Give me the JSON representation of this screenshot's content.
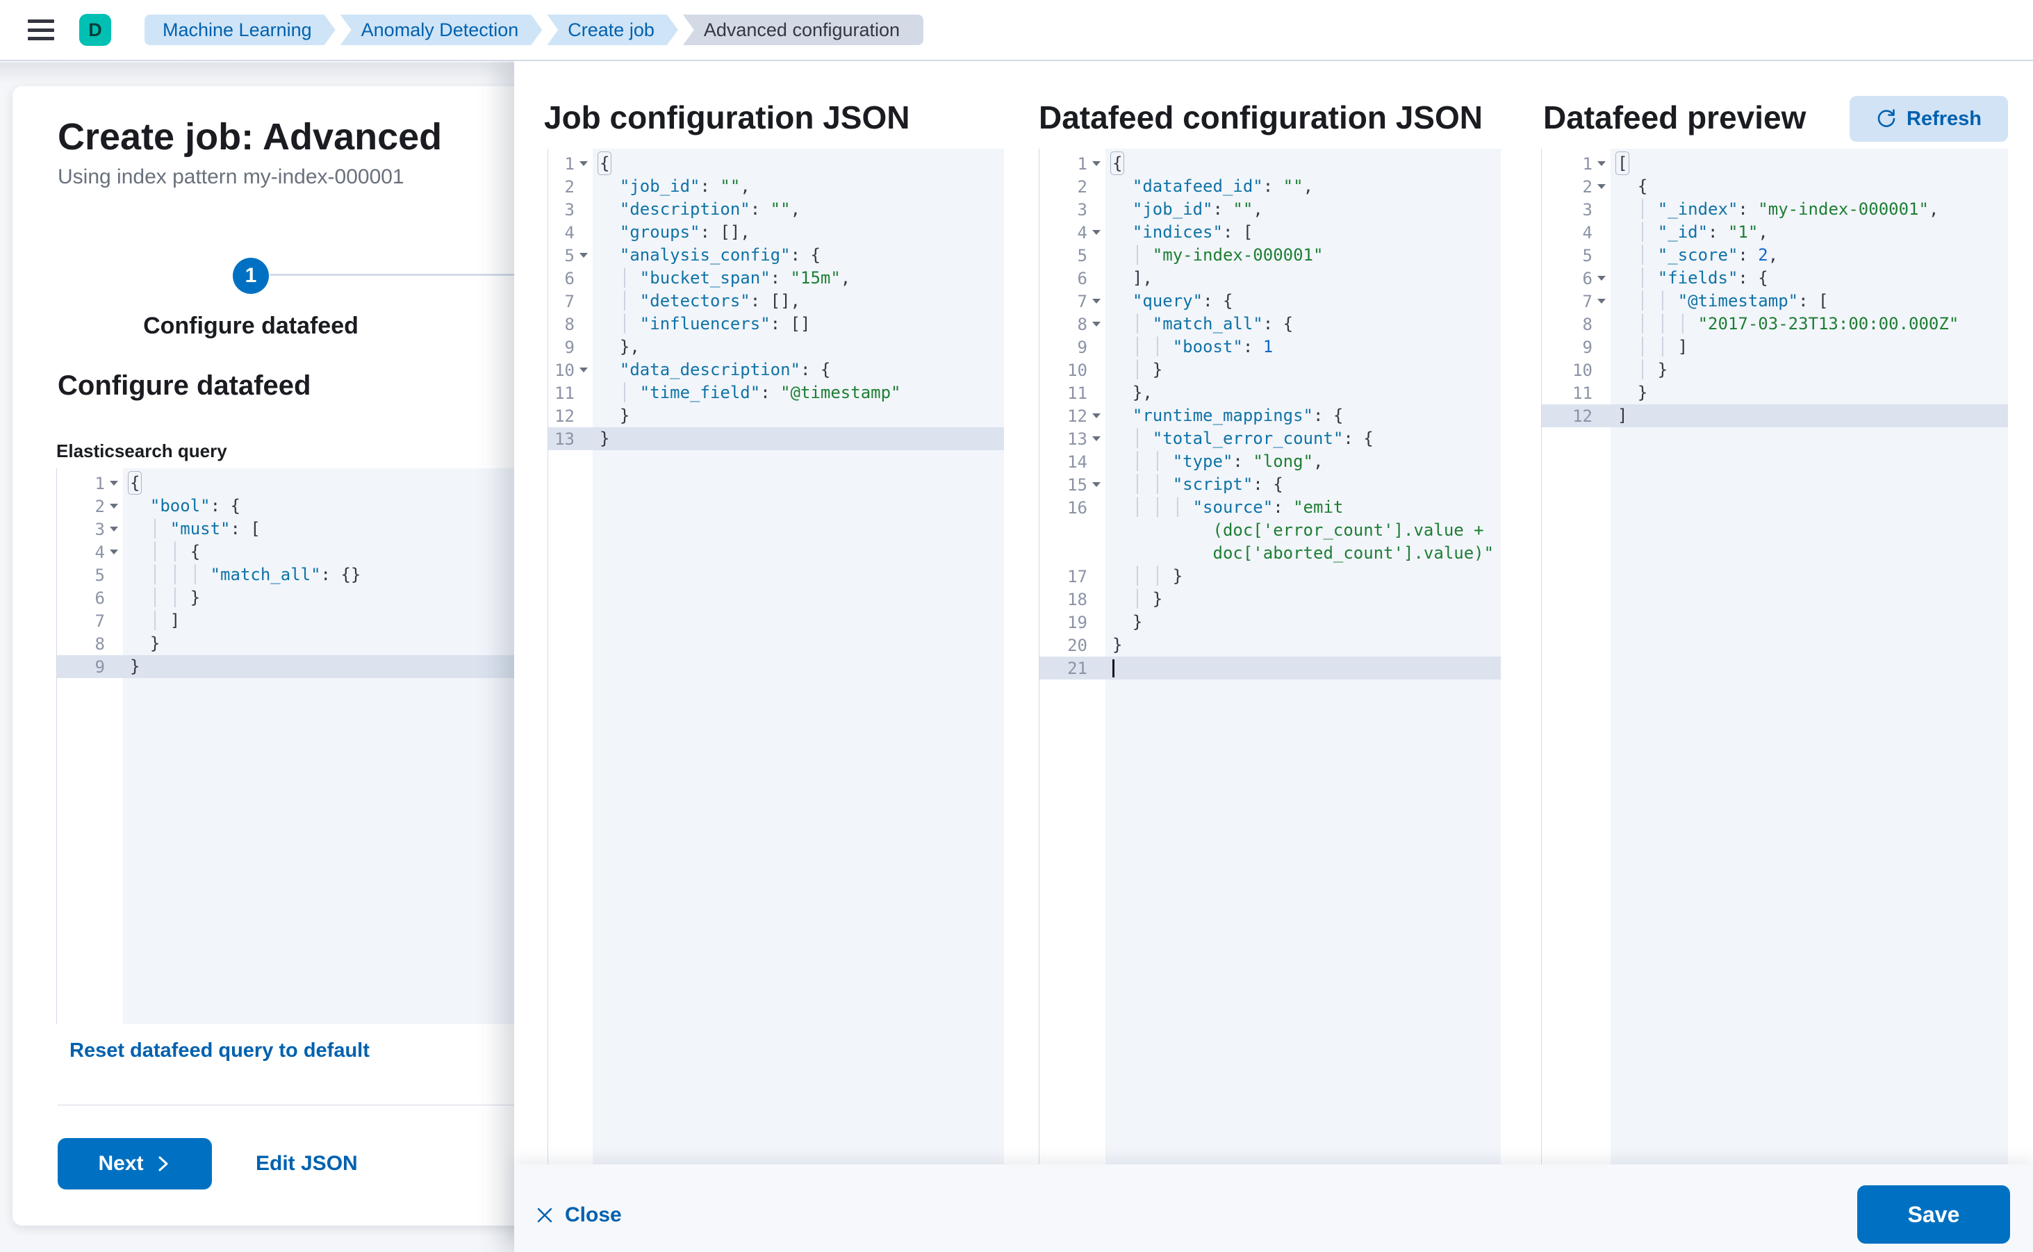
{
  "colors": {
    "accent_blue": "#0071c2",
    "link_blue": "#0061ae",
    "crumb_bg": "#cfe4f7",
    "crumb_text": "#0061ae",
    "crumb_last_bg": "#d3dae6",
    "crumb_last_text": "#343741",
    "avatar_bg": "#00bfb3",
    "refresh_bg": "#d2e3f6",
    "code_key": "#0f73a6",
    "code_string": "#1e7e34",
    "code_number": "#0f68c9",
    "code_plain": "#343741",
    "editor_bg": "#f2f5fa",
    "gutter_text": "#8b93a6",
    "active_line": "#dce3ef",
    "border_col": "#d3dae6",
    "page_bg": "#f4f6f9",
    "bar_bg": "#f6f8fb",
    "text_dark": "#1a1c21",
    "text_subdued": "#69707d"
  },
  "header": {
    "avatar_initial": "D",
    "breadcrumbs": [
      {
        "label": "Machine Learning",
        "current": false
      },
      {
        "label": "Anomaly Detection",
        "current": false
      },
      {
        "label": "Create job",
        "current": false
      },
      {
        "label": "Advanced configuration",
        "current": true
      }
    ]
  },
  "page": {
    "title": "Create job: Advanced",
    "subtitle": "Using index pattern my-index-000001",
    "step_number": "1",
    "step_label": "Configure datafeed",
    "section_heading": "Configure datafeed",
    "query_label": "Elasticsearch query",
    "reset_link": "Reset datafeed query to default",
    "next_button": "Next",
    "edit_json_link": "Edit JSON"
  },
  "flyout": {
    "col1_title": "Job configuration JSON",
    "col2_title": "Datafeed configuration JSON",
    "col3_title": "Datafeed preview",
    "refresh_button": "Refresh",
    "close_button": "Close",
    "save_button": "Save"
  },
  "editors": {
    "es_query": {
      "lines": [
        {
          "n": 1,
          "f": 1,
          "m": 1,
          "t": [
            [
              "p",
              "{"
            ]
          ]
        },
        {
          "n": 2,
          "f": 1,
          "t": [
            [
              "p",
              "  "
            ],
            [
              "k",
              "\"bool\""
            ],
            [
              "p",
              ": {"
            ]
          ]
        },
        {
          "n": 3,
          "f": 1,
          "t": [
            [
              "p",
              "    "
            ],
            [
              "k",
              "\"must\""
            ],
            [
              "p",
              ": ["
            ]
          ]
        },
        {
          "n": 4,
          "f": 1,
          "t": [
            [
              "p",
              "      {"
            ]
          ]
        },
        {
          "n": 5,
          "t": [
            [
              "p",
              "        "
            ],
            [
              "k",
              "\"match_all\""
            ],
            [
              "p",
              ": {}"
            ]
          ]
        },
        {
          "n": 6,
          "t": [
            [
              "p",
              "      }"
            ]
          ]
        },
        {
          "n": 7,
          "t": [
            [
              "p",
              "    ]"
            ]
          ]
        },
        {
          "n": 8,
          "t": [
            [
              "p",
              "  }"
            ]
          ]
        },
        {
          "n": 9,
          "a": 1,
          "t": [
            [
              "p",
              "}"
            ]
          ]
        }
      ]
    },
    "job_config": {
      "lines": [
        {
          "n": 1,
          "f": 1,
          "m": 1,
          "t": [
            [
              "p",
              "{"
            ]
          ]
        },
        {
          "n": 2,
          "t": [
            [
              "p",
              "  "
            ],
            [
              "k",
              "\"job_id\""
            ],
            [
              "p",
              ": "
            ],
            [
              "s",
              "\"\""
            ],
            [
              "p",
              ","
            ]
          ]
        },
        {
          "n": 3,
          "t": [
            [
              "p",
              "  "
            ],
            [
              "k",
              "\"description\""
            ],
            [
              "p",
              ": "
            ],
            [
              "s",
              "\"\""
            ],
            [
              "p",
              ","
            ]
          ]
        },
        {
          "n": 4,
          "t": [
            [
              "p",
              "  "
            ],
            [
              "k",
              "\"groups\""
            ],
            [
              "p",
              ": [],"
            ]
          ]
        },
        {
          "n": 5,
          "f": 1,
          "t": [
            [
              "p",
              "  "
            ],
            [
              "k",
              "\"analysis_config\""
            ],
            [
              "p",
              ": {"
            ]
          ]
        },
        {
          "n": 6,
          "t": [
            [
              "p",
              "    "
            ],
            [
              "k",
              "\"bucket_span\""
            ],
            [
              "p",
              ": "
            ],
            [
              "s",
              "\"15m\""
            ],
            [
              "p",
              ","
            ]
          ]
        },
        {
          "n": 7,
          "t": [
            [
              "p",
              "    "
            ],
            [
              "k",
              "\"detectors\""
            ],
            [
              "p",
              ": [],"
            ]
          ]
        },
        {
          "n": 8,
          "t": [
            [
              "p",
              "    "
            ],
            [
              "k",
              "\"influencers\""
            ],
            [
              "p",
              ": []"
            ]
          ]
        },
        {
          "n": 9,
          "t": [
            [
              "p",
              "  },"
            ]
          ]
        },
        {
          "n": 10,
          "f": 1,
          "t": [
            [
              "p",
              "  "
            ],
            [
              "k",
              "\"data_description\""
            ],
            [
              "p",
              ": {"
            ]
          ]
        },
        {
          "n": 11,
          "t": [
            [
              "p",
              "    "
            ],
            [
              "k",
              "\"time_field\""
            ],
            [
              "p",
              ": "
            ],
            [
              "s",
              "\"@timestamp\""
            ]
          ]
        },
        {
          "n": 12,
          "t": [
            [
              "p",
              "  }"
            ]
          ]
        },
        {
          "n": 13,
          "a": 1,
          "t": [
            [
              "p",
              "}"
            ]
          ]
        }
      ]
    },
    "datafeed_config": {
      "lines": [
        {
          "n": 1,
          "f": 1,
          "m": 1,
          "t": [
            [
              "p",
              "{"
            ]
          ]
        },
        {
          "n": 2,
          "t": [
            [
              "p",
              "  "
            ],
            [
              "k",
              "\"datafeed_id\""
            ],
            [
              "p",
              ": "
            ],
            [
              "s",
              "\"\""
            ],
            [
              "p",
              ","
            ]
          ]
        },
        {
          "n": 3,
          "t": [
            [
              "p",
              "  "
            ],
            [
              "k",
              "\"job_id\""
            ],
            [
              "p",
              ": "
            ],
            [
              "s",
              "\"\""
            ],
            [
              "p",
              ","
            ]
          ]
        },
        {
          "n": 4,
          "f": 1,
          "t": [
            [
              "p",
              "  "
            ],
            [
              "k",
              "\"indices\""
            ],
            [
              "p",
              ": ["
            ]
          ]
        },
        {
          "n": 5,
          "t": [
            [
              "p",
              "    "
            ],
            [
              "s",
              "\"my-index-000001\""
            ]
          ]
        },
        {
          "n": 6,
          "t": [
            [
              "p",
              "  ],"
            ]
          ]
        },
        {
          "n": 7,
          "f": 1,
          "t": [
            [
              "p",
              "  "
            ],
            [
              "k",
              "\"query\""
            ],
            [
              "p",
              ": {"
            ]
          ]
        },
        {
          "n": 8,
          "f": 1,
          "t": [
            [
              "p",
              "    "
            ],
            [
              "k",
              "\"match_all\""
            ],
            [
              "p",
              ": {"
            ]
          ]
        },
        {
          "n": 9,
          "t": [
            [
              "p",
              "      "
            ],
            [
              "k",
              "\"boost\""
            ],
            [
              "p",
              ": "
            ],
            [
              "d",
              "1"
            ]
          ]
        },
        {
          "n": 10,
          "t": [
            [
              "p",
              "    }"
            ]
          ]
        },
        {
          "n": 11,
          "t": [
            [
              "p",
              "  },"
            ]
          ]
        },
        {
          "n": 12,
          "f": 1,
          "t": [
            [
              "p",
              "  "
            ],
            [
              "k",
              "\"runtime_mappings\""
            ],
            [
              "p",
              ": {"
            ]
          ]
        },
        {
          "n": 13,
          "f": 1,
          "t": [
            [
              "p",
              "    "
            ],
            [
              "k",
              "\"total_error_count\""
            ],
            [
              "p",
              ": {"
            ]
          ]
        },
        {
          "n": 14,
          "t": [
            [
              "p",
              "      "
            ],
            [
              "k",
              "\"type\""
            ],
            [
              "p",
              ": "
            ],
            [
              "s",
              "\"long\""
            ],
            [
              "p",
              ","
            ]
          ]
        },
        {
          "n": 15,
          "f": 1,
          "t": [
            [
              "p",
              "      "
            ],
            [
              "k",
              "\"script\""
            ],
            [
              "p",
              ": {"
            ]
          ]
        },
        {
          "n": 16,
          "t": [
            [
              "p",
              "        "
            ],
            [
              "k",
              "\"source\""
            ],
            [
              "p",
              ": "
            ],
            [
              "s",
              "\"emit"
            ]
          ]
        },
        {
          "w": 1,
          "t": [
            [
              "p",
              "          "
            ],
            [
              "s",
              "(doc['error_count'].value +"
            ]
          ]
        },
        {
          "w": 1,
          "t": [
            [
              "p",
              "          "
            ],
            [
              "s",
              "doc['aborted_count'].value)\""
            ]
          ]
        },
        {
          "n": 17,
          "t": [
            [
              "p",
              "      }"
            ]
          ]
        },
        {
          "n": 18,
          "t": [
            [
              "p",
              "    }"
            ]
          ]
        },
        {
          "n": 19,
          "t": [
            [
              "p",
              "  }"
            ]
          ]
        },
        {
          "n": 20,
          "t": [
            [
              "p",
              "}"
            ]
          ]
        },
        {
          "n": 21,
          "a": 1,
          "c": 1,
          "t": []
        }
      ]
    },
    "datafeed_preview": {
      "lines": [
        {
          "n": 1,
          "f": 1,
          "m": 1,
          "t": [
            [
              "p",
              "["
            ]
          ]
        },
        {
          "n": 2,
          "f": 1,
          "t": [
            [
              "p",
              "  {"
            ]
          ]
        },
        {
          "n": 3,
          "t": [
            [
              "p",
              "    "
            ],
            [
              "k",
              "\"_index\""
            ],
            [
              "p",
              ": "
            ],
            [
              "s",
              "\"my-index-000001\""
            ],
            [
              "p",
              ","
            ]
          ]
        },
        {
          "n": 4,
          "t": [
            [
              "p",
              "    "
            ],
            [
              "k",
              "\"_id\""
            ],
            [
              "p",
              ": "
            ],
            [
              "s",
              "\"1\""
            ],
            [
              "p",
              ","
            ]
          ]
        },
        {
          "n": 5,
          "t": [
            [
              "p",
              "    "
            ],
            [
              "k",
              "\"_score\""
            ],
            [
              "p",
              ": "
            ],
            [
              "d",
              "2"
            ],
            [
              "p",
              ","
            ]
          ]
        },
        {
          "n": 6,
          "f": 1,
          "t": [
            [
              "p",
              "    "
            ],
            [
              "k",
              "\"fields\""
            ],
            [
              "p",
              ": {"
            ]
          ]
        },
        {
          "n": 7,
          "f": 1,
          "t": [
            [
              "p",
              "      "
            ],
            [
              "k",
              "\"@timestamp\""
            ],
            [
              "p",
              ": ["
            ]
          ]
        },
        {
          "n": 8,
          "t": [
            [
              "p",
              "        "
            ],
            [
              "s",
              "\"2017-03-23T13:00:00.000Z\""
            ]
          ]
        },
        {
          "n": 9,
          "t": [
            [
              "p",
              "      ]"
            ]
          ]
        },
        {
          "n": 10,
          "t": [
            [
              "p",
              "    }"
            ]
          ]
        },
        {
          "n": 11,
          "t": [
            [
              "p",
              "  }"
            ]
          ]
        },
        {
          "n": 12,
          "a": 1,
          "t": [
            [
              "p",
              "]"
            ]
          ]
        }
      ]
    }
  }
}
